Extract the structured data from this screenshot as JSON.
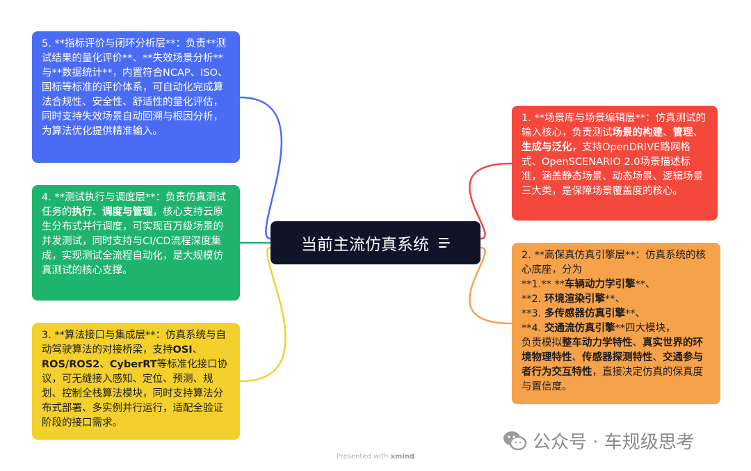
{
  "central": {
    "title": "当前主流仿真系统",
    "icon": "menu-lines-icon"
  },
  "colors": {
    "blue": "#4A6CF5",
    "green": "#1FB46E",
    "yellow": "#F4D02C",
    "red": "#F4483C",
    "orange": "#F5A24B",
    "central": "#0F1428"
  },
  "nodes": {
    "n5": [
      {
        "t": "5. **指标评价与闭环分析层**：负责**测试结果的量化评价**、**失效场景分析**与**数据统计**，内置符合NCAP、ISO、国标等标准的评价体系，可自动化完成算法合规性、安全性、舒适性的量化评估，同时支持失效场景自动回溯与根因分析，为算法优化提供精准输入。",
        "b": false
      }
    ],
    "n4": [
      {
        "t": "4. **测试执行与调度层**：负责仿真测试任务的",
        "b": false
      },
      {
        "t": "执行",
        "b": true
      },
      {
        "t": "、",
        "b": false
      },
      {
        "t": "调度与管理",
        "b": true
      },
      {
        "t": "，核心支持云原生分布式并行调度，可实现百万级场景的并发测试，同时支持与CI/CD流程深度集成，实现测试全流程自动化，是大规模仿真测试的核心支撑。",
        "b": false
      }
    ],
    "n3": [
      {
        "t": "3. **算法接口与集成层**：仿真系统与自动驾驶算法的对接桥梁，支持",
        "b": false
      },
      {
        "t": "OSI",
        "b": true
      },
      {
        "t": "、",
        "b": false
      },
      {
        "t": "ROS/ROS2",
        "b": true
      },
      {
        "t": "、",
        "b": false
      },
      {
        "t": "CyberRT",
        "b": true
      },
      {
        "t": "等标准化接口协议，可无缝接入感知、定位、预测、规划、控制全栈算法模块，同时支持算法分布式部署、多实例并行运行，适配全验证阶段的接口需求。",
        "b": false
      }
    ],
    "n1": [
      {
        "t": "1. **场景库与场景编辑层**：仿真测试的输入核心，负责测试",
        "b": false
      },
      {
        "t": "场景的构建",
        "b": true
      },
      {
        "t": "、",
        "b": false
      },
      {
        "t": "管理",
        "b": true
      },
      {
        "t": "、",
        "b": false
      },
      {
        "t": "生成与泛化",
        "b": true
      },
      {
        "t": "，支持OpenDRIVE路网格式、OpenSCENARIO 2.0场景描述标准，涵盖静态场景、动态场景、逻辑场景三大类，是保障场景覆盖度的核心。",
        "b": false
      }
    ],
    "n2": [
      {
        "t": "2. **高保真仿真引擎层**：仿真系统的核心底座，分为",
        "b": false
      },
      {
        "t": "\n**1.** **",
        "b": false
      },
      {
        "t": "车辆动力学引擎",
        "b": true
      },
      {
        "t": "**、\n**2. ",
        "b": false
      },
      {
        "t": "环境渲染引擎",
        "b": true
      },
      {
        "t": "**、\n**3. ",
        "b": false
      },
      {
        "t": "多传感器仿真引擎",
        "b": true
      },
      {
        "t": "**、\n**4. ",
        "b": false
      },
      {
        "t": "交通流仿真引擎",
        "b": true
      },
      {
        "t": "**四大模块，\n负责模拟",
        "b": false
      },
      {
        "t": "整车动力学特性",
        "b": true
      },
      {
        "t": "、",
        "b": false
      },
      {
        "t": "真实世界的环境物理特性",
        "b": true
      },
      {
        "t": "、",
        "b": false
      },
      {
        "t": "传感器探测特性",
        "b": true
      },
      {
        "t": "、",
        "b": false
      },
      {
        "t": "交通参与者行为交互特性",
        "b": true
      },
      {
        "t": "，直接决定仿真的保真度与置信度。",
        "b": false
      }
    ]
  },
  "watermark": {
    "text": "公众号 · 车规级思考",
    "icon": "wechat-icon"
  },
  "footer": {
    "prefix": "Presented with ",
    "brand": "xmind"
  }
}
